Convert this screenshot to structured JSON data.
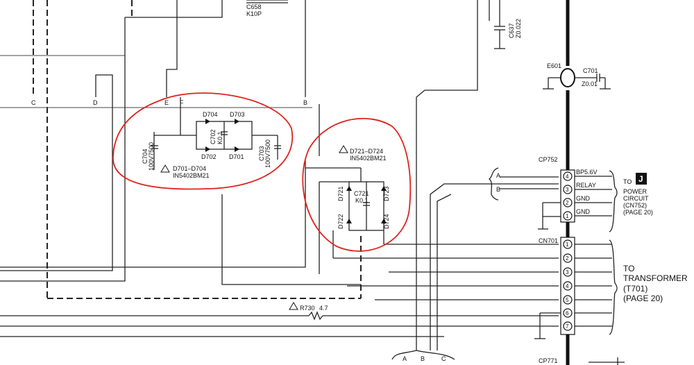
{
  "top": {
    "c658": "C658",
    "k10p": "K10P",
    "c637": "C637",
    "c637_val": "Z0.022"
  },
  "bus_labels": {
    "c": "C",
    "d": "D",
    "e": "E",
    "f": "F",
    "b": "B"
  },
  "bridge1": {
    "d704": "D704",
    "d703": "D703",
    "d702": "D702",
    "d701": "D701",
    "c702": "C702",
    "c702_val": "K0.1",
    "c704": "C704",
    "c704_val": "100V7500",
    "c703": "C703",
    "c703_val": "100V7500",
    "note_line1": "D701–D704",
    "note_line2": "IN5402BM21"
  },
  "bridge2": {
    "note_line1": "D721–D724",
    "note_line2": "IN5402BM21",
    "d721": "D721",
    "d723": "D723",
    "d722": "D722",
    "d724": "D724",
    "c721": "C721",
    "c721_val": "K0.1"
  },
  "resistor": {
    "label": "R730",
    "value": "4.7"
  },
  "right": {
    "e601": "E601",
    "c701": "C701",
    "c701_val": "Z0.01",
    "cp752": "CP752",
    "cp752_pins": [
      {
        "num": "4",
        "name": "BP5.6V"
      },
      {
        "num": "3",
        "name": "RELAY"
      },
      {
        "num": "2",
        "name": "GND"
      },
      {
        "num": "1",
        "name": "GND"
      }
    ],
    "a_label": "A",
    "b_label": "B",
    "power_badge": "J",
    "power_to": "TO",
    "power_line1": "POWER",
    "power_line2": "CIRCUIT",
    "power_line3": "(CN752)",
    "power_line4": "(PAGE 20)",
    "cn701": "CN701",
    "cn701_pins": [
      "1",
      "2",
      "3",
      "4",
      "5",
      "6",
      "7"
    ],
    "tr_to": "TO",
    "tr_line1": "TRANSFORMER",
    "tr_line2": "(T701)",
    "tr_line3": "(PAGE 20)",
    "cp771": "CP771"
  },
  "bottom_labels": {
    "a": "A",
    "b": "B",
    "c": "C"
  }
}
